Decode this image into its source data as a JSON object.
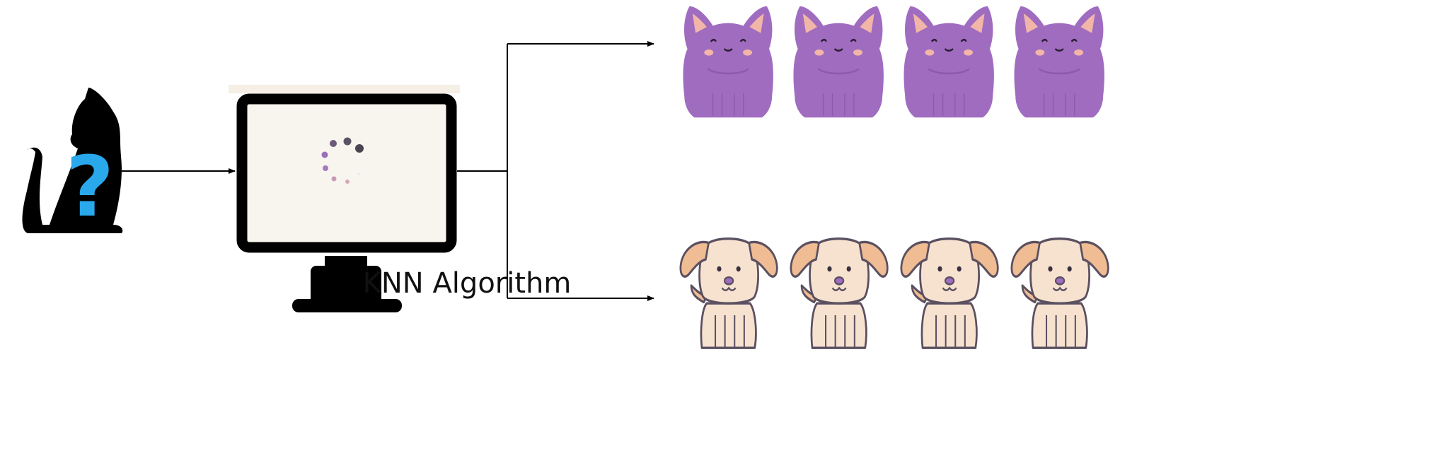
{
  "diagram": {
    "input": {
      "name": "unknown-cat",
      "question_mark": "?"
    },
    "model": {
      "label": "KNN Algorithm"
    },
    "outputs": [
      {
        "class": "cat",
        "count": 4
      },
      {
        "class": "dog",
        "count": 4
      }
    ]
  },
  "colors": {
    "cat_body": "#a06cc0",
    "cat_ear_inner": "#f2b6a8",
    "dog_body": "#f7e2d0",
    "dog_ears": "#efbc93",
    "dog_outline": "#5a5060",
    "question_mark": "#2aa8ec",
    "monitor": "#000000",
    "screen": "#f8f5ef",
    "arrow": "#000000"
  }
}
